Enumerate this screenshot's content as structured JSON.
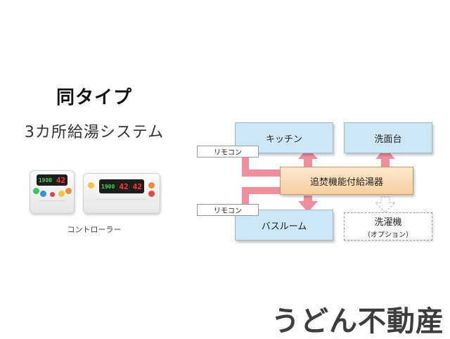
{
  "left": {
    "heading": "同タイプ",
    "subheading": "3カ所給湯システム",
    "controller_caption": "コントローラー",
    "controllers": [
      {
        "display_green": "1900",
        "display_red": "42"
      },
      {
        "display_green": "1900",
        "display_red": "42",
        "display_red2": "42"
      }
    ]
  },
  "diagram": {
    "kitchen": "キッチン",
    "washbasin": "洗面台",
    "heater": "追焚機能付給湯器",
    "bathroom": "バスルーム",
    "washer": {
      "label": "洗濯機",
      "note": "（オプション）"
    },
    "remote_top": "リモコン",
    "remote_bottom": "リモコン"
  },
  "watermark": "うどん不動産",
  "colors": {
    "arrow_pink": "#ef8f9c",
    "box_blue": "#cfe7f5",
    "heater_orange": "#f9d8ae"
  }
}
